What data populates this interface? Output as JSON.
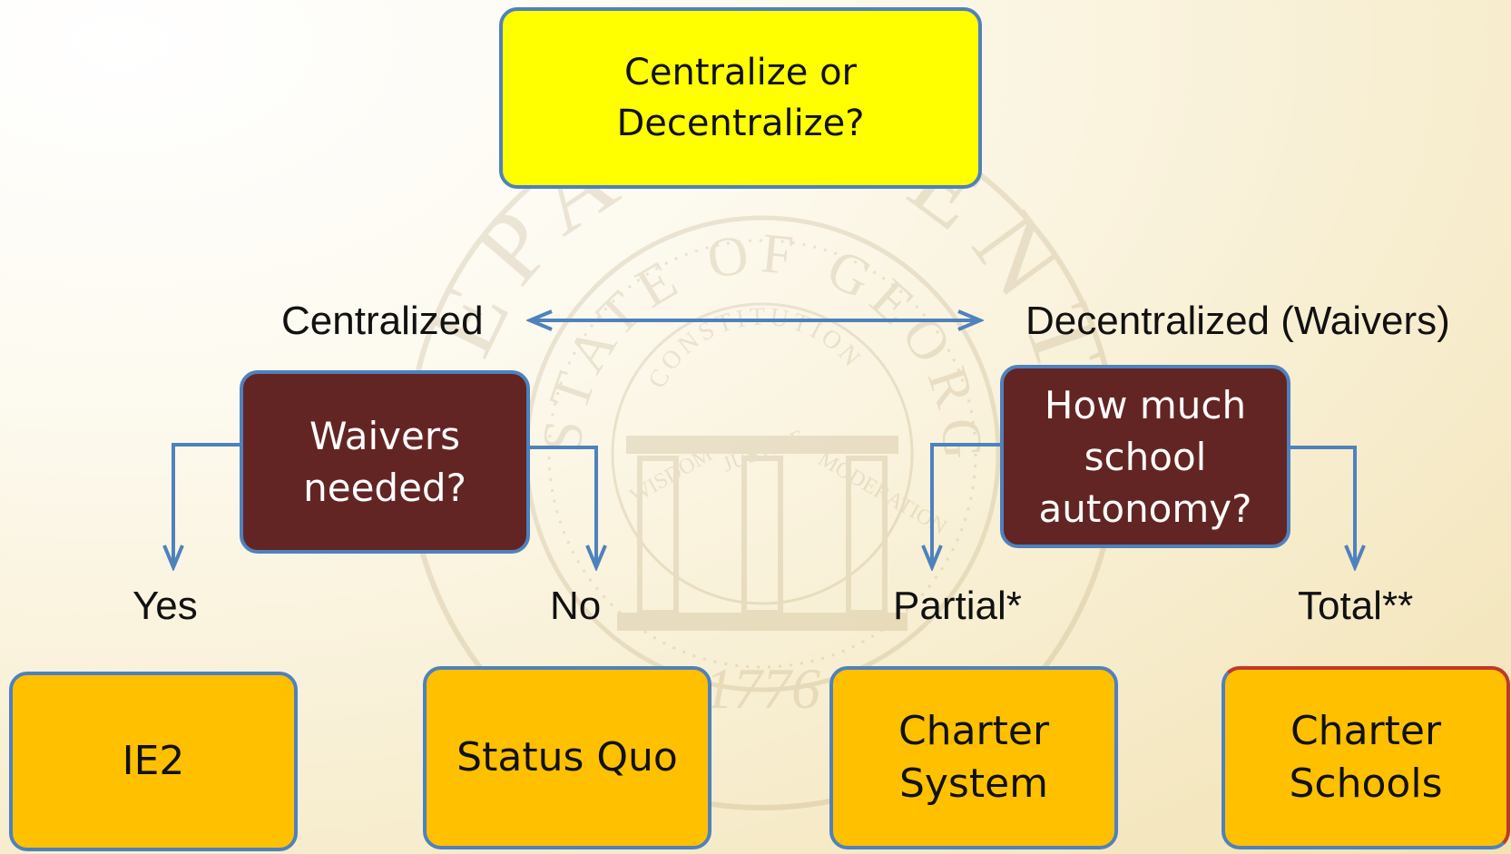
{
  "diagram": {
    "root": {
      "text": "Centralize or\nDecentralize?"
    },
    "spectrum": {
      "left_label": "Centralized",
      "right_label": "Decentralized (Waivers)"
    },
    "questions": [
      {
        "text": "Waivers\nneeded?"
      },
      {
        "text": "How much\nschool\nautonomy?"
      }
    ],
    "branch_labels": [
      "Yes",
      "No",
      "Partial*",
      "Total**"
    ],
    "outcomes": [
      {
        "text": "IE2"
      },
      {
        "text": "Status Quo"
      },
      {
        "text": "Charter\nSystem"
      },
      {
        "text": "Charter\nSchools"
      }
    ],
    "seal": {
      "year": "1776",
      "motto": [
        "WISDOM",
        "JUSTICE",
        "MODERATION"
      ],
      "ribbon": "CONSTITUTION",
      "ring": "STATE OF GEORGIA",
      "outer_ring": "DEPARTMENT OF EDUCATION"
    }
  },
  "colors": {
    "root_fill": "#ffff00",
    "question_fill": "#632523",
    "outcome_fill": "#ffc000",
    "border": "#4f81bd",
    "connector": "#4f81bd"
  }
}
